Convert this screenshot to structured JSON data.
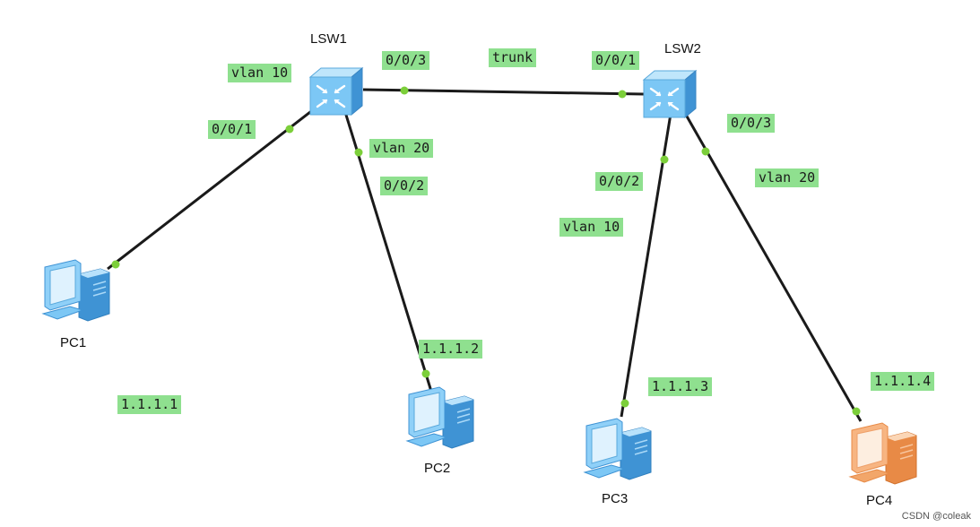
{
  "devices": {
    "lsw1": {
      "label": "LSW1"
    },
    "lsw2": {
      "label": "LSW2"
    },
    "pc1": {
      "label": "PC1"
    },
    "pc2": {
      "label": "PC2"
    },
    "pc3": {
      "label": "PC3"
    },
    "pc4": {
      "label": "PC4"
    }
  },
  "tags": {
    "lsw1_vlan10": "vlan 10",
    "lsw1_port_001": "0/0/1",
    "lsw1_port_003": "0/0/3",
    "trunk": "trunk",
    "lsw2_port_001": "0/0/1",
    "lsw1_vlan20": "vlan 20",
    "lsw1_port_002": "0/0/2",
    "lsw2_port_003": "0/0/3",
    "lsw2_vlan20": "vlan 20",
    "lsw2_port_002": "0/0/2",
    "lsw2_vlan10": "vlan 10",
    "pc1_ip": "1.1.1.1",
    "pc2_ip": "1.1.1.2",
    "pc3_ip": "1.1.1.3",
    "pc4_ip": "1.1.1.4"
  },
  "colors": {
    "tag_bg": "#8fe08f",
    "link": "#1a1a1a",
    "endpoint": "#7ccf3a",
    "switch": "#6ec3f5",
    "pc_blue": "#6cb8f0",
    "pc_orange": "#f2a66a"
  },
  "watermark": "CSDN @coleak"
}
